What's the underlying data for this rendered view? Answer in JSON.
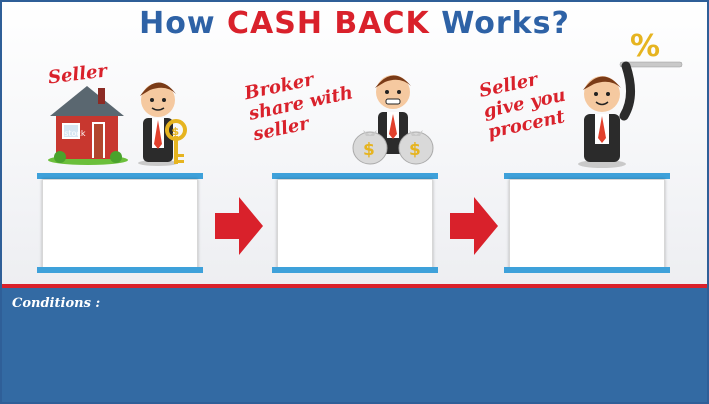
{
  "title": {
    "part1": "How ",
    "part2": "CASH BACK",
    "part3": " Works?"
  },
  "steps": [
    {
      "line1": "Seller",
      "line2": "",
      "line3": ""
    },
    {
      "line1": "Broker",
      "line2": "share with",
      "line3": "seller"
    },
    {
      "line1": "Seller",
      "line2": "give you",
      "line3": "procent"
    }
  ],
  "house_watermark": "istock",
  "tray_symbol": "%",
  "bags_symbol": "$",
  "key_symbol": "$",
  "conditions_label": "Conditions :",
  "colors": {
    "blue": "#2e62a6",
    "red": "#d9212b",
    "light_blue": "#3ea1da",
    "bottom_blue": "#336aa3"
  }
}
